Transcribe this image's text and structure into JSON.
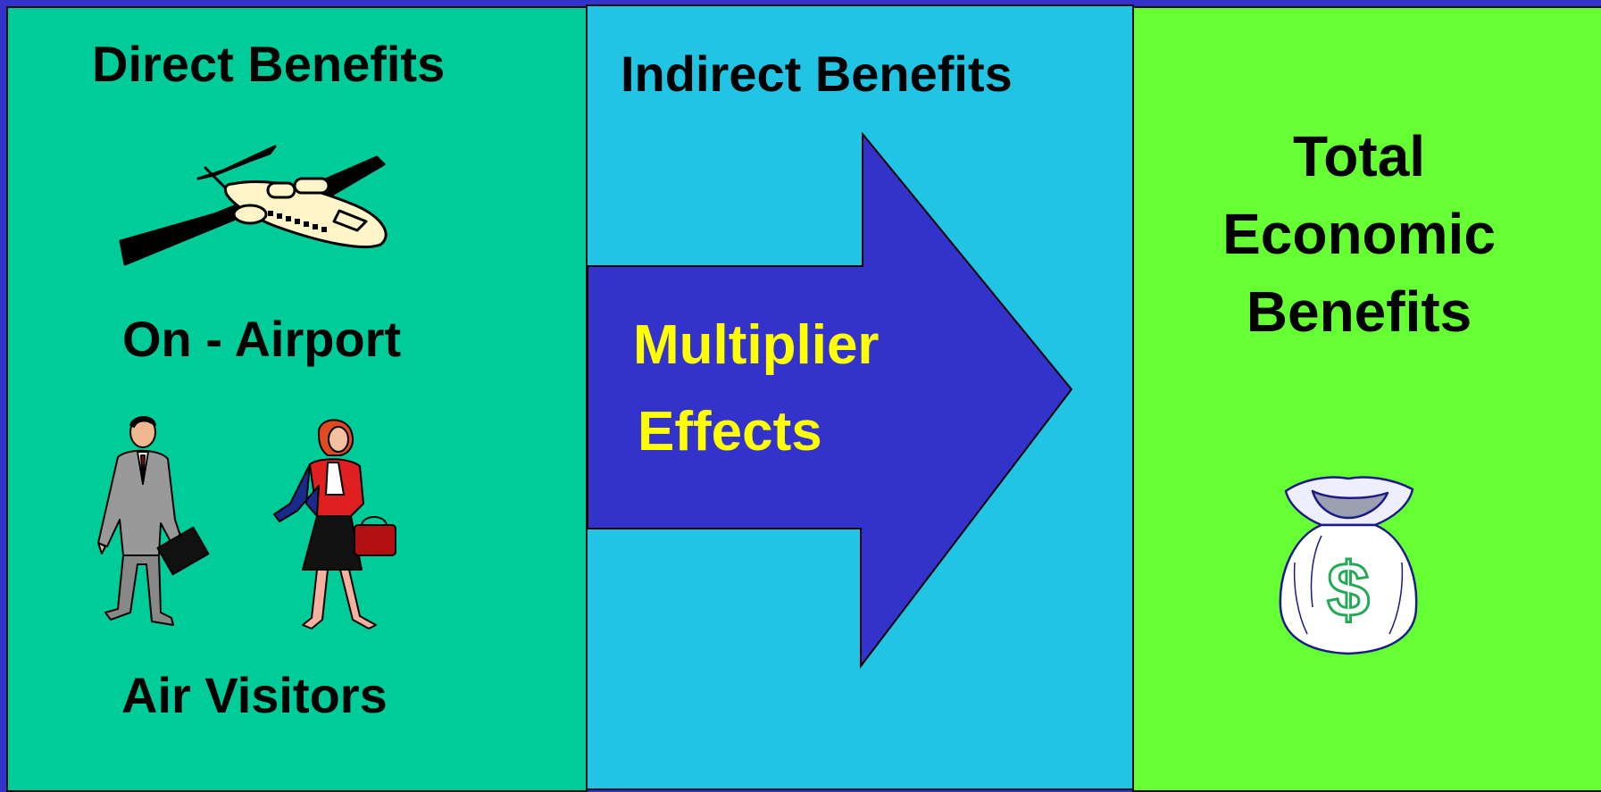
{
  "direct": {
    "title": "Direct Benefits",
    "on_airport": "On - Airport",
    "air_visitors": "Air Visitors"
  },
  "indirect": {
    "title": "Indirect Benefits",
    "effect_line1": "Multiplier",
    "effect_line2": "Effects"
  },
  "total": {
    "line1": "Total",
    "line2": "Economic",
    "line3": "Benefits"
  },
  "colors": {
    "direct_panel": "#00cc99",
    "indirect_panel": "#22c4e3",
    "total_panel": "#66ff33",
    "arrow": "#3333cc",
    "arrow_text": "#ffff00",
    "border": "#3333cc"
  },
  "icons": [
    "airplane-icon",
    "businessman-icon",
    "businesswoman-icon",
    "money-bag-icon",
    "right-arrow-icon"
  ]
}
